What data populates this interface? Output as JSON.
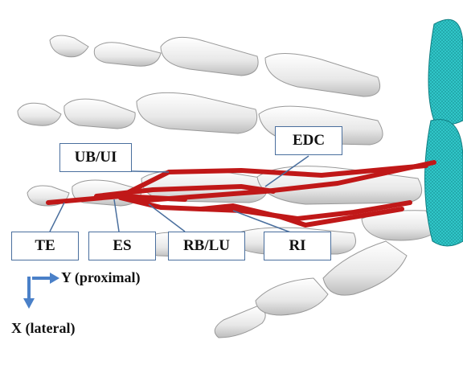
{
  "labels": {
    "edc": "EDC",
    "ub_ui": "UB/UI",
    "te": "TE",
    "es": "ES",
    "rb_lu": "RB/LU",
    "ri": "RI"
  },
  "axes": {
    "y_label": "Y (proximal)",
    "x_label": "X (lateral)"
  },
  "colors": {
    "bone": "#efefef",
    "tendon": "#c01818",
    "carpal_mesh": "#2ec4c6",
    "label_border": "#4a6f9e",
    "axis_arrow": "#4a80c8"
  }
}
